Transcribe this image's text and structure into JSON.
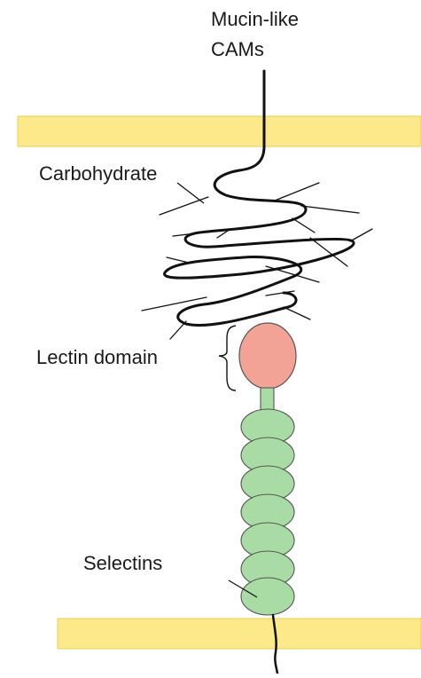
{
  "labels": {
    "mucin_line1": "Mucin-like",
    "mucin_line2": "CAMs",
    "carbohydrate": "Carbohydrate",
    "lectin_domain": "Lectin domain",
    "selectins": "Selectins"
  },
  "colors": {
    "membrane": "#fbe98a",
    "membrane_edge": "#e8cf52",
    "lectin": "#f3a296",
    "selectin": "#a9dca4",
    "strand": "#111111"
  }
}
